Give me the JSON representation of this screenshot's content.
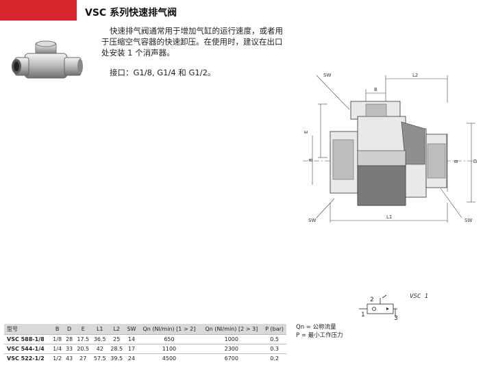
{
  "title": "VSC 系列快速排气阀",
  "description": "快速排气阀通常用于增加气缸的运行速度，或者用于压缩空气容器的快速卸压。在使用时，建议在出口处安装 1 个消声器。",
  "ports": "接口：G1/8, G1/4 和 G1/2。",
  "drawing_labels": {
    "sw": "SW",
    "b": "B",
    "l2": "L2",
    "e": "E",
    "d": "D",
    "l1": "L1"
  },
  "symbol": {
    "label": "VSC 1",
    "port1": "1",
    "port2": "2",
    "port3": "3"
  },
  "legend": {
    "qn": "Qn = 公称流量",
    "p": "P = 最小工作压力"
  },
  "table": {
    "headers": [
      "型号",
      "B",
      "D",
      "E",
      "L1",
      "L2",
      "SW",
      "Qn (Nl/min) [1 > 2]",
      "Qn (Nl/min) [2 > 3]",
      "P (bar)"
    ],
    "rows": [
      [
        "VSC 588-1/8",
        "1/8",
        "28",
        "17.5",
        "36.5",
        "25",
        "14",
        "650",
        "1000",
        "0.5"
      ],
      [
        "VSC 544-1/4",
        "1/4",
        "33",
        "20.5",
        "42",
        "28.5",
        "17",
        "1100",
        "2300",
        "0.3"
      ],
      [
        "VSC 522-1/2",
        "1/2",
        "43",
        "27",
        "57.5",
        "39.5",
        "24",
        "4500",
        "6700",
        "0.2"
      ]
    ]
  },
  "colors": {
    "accent": "#d7262c"
  }
}
